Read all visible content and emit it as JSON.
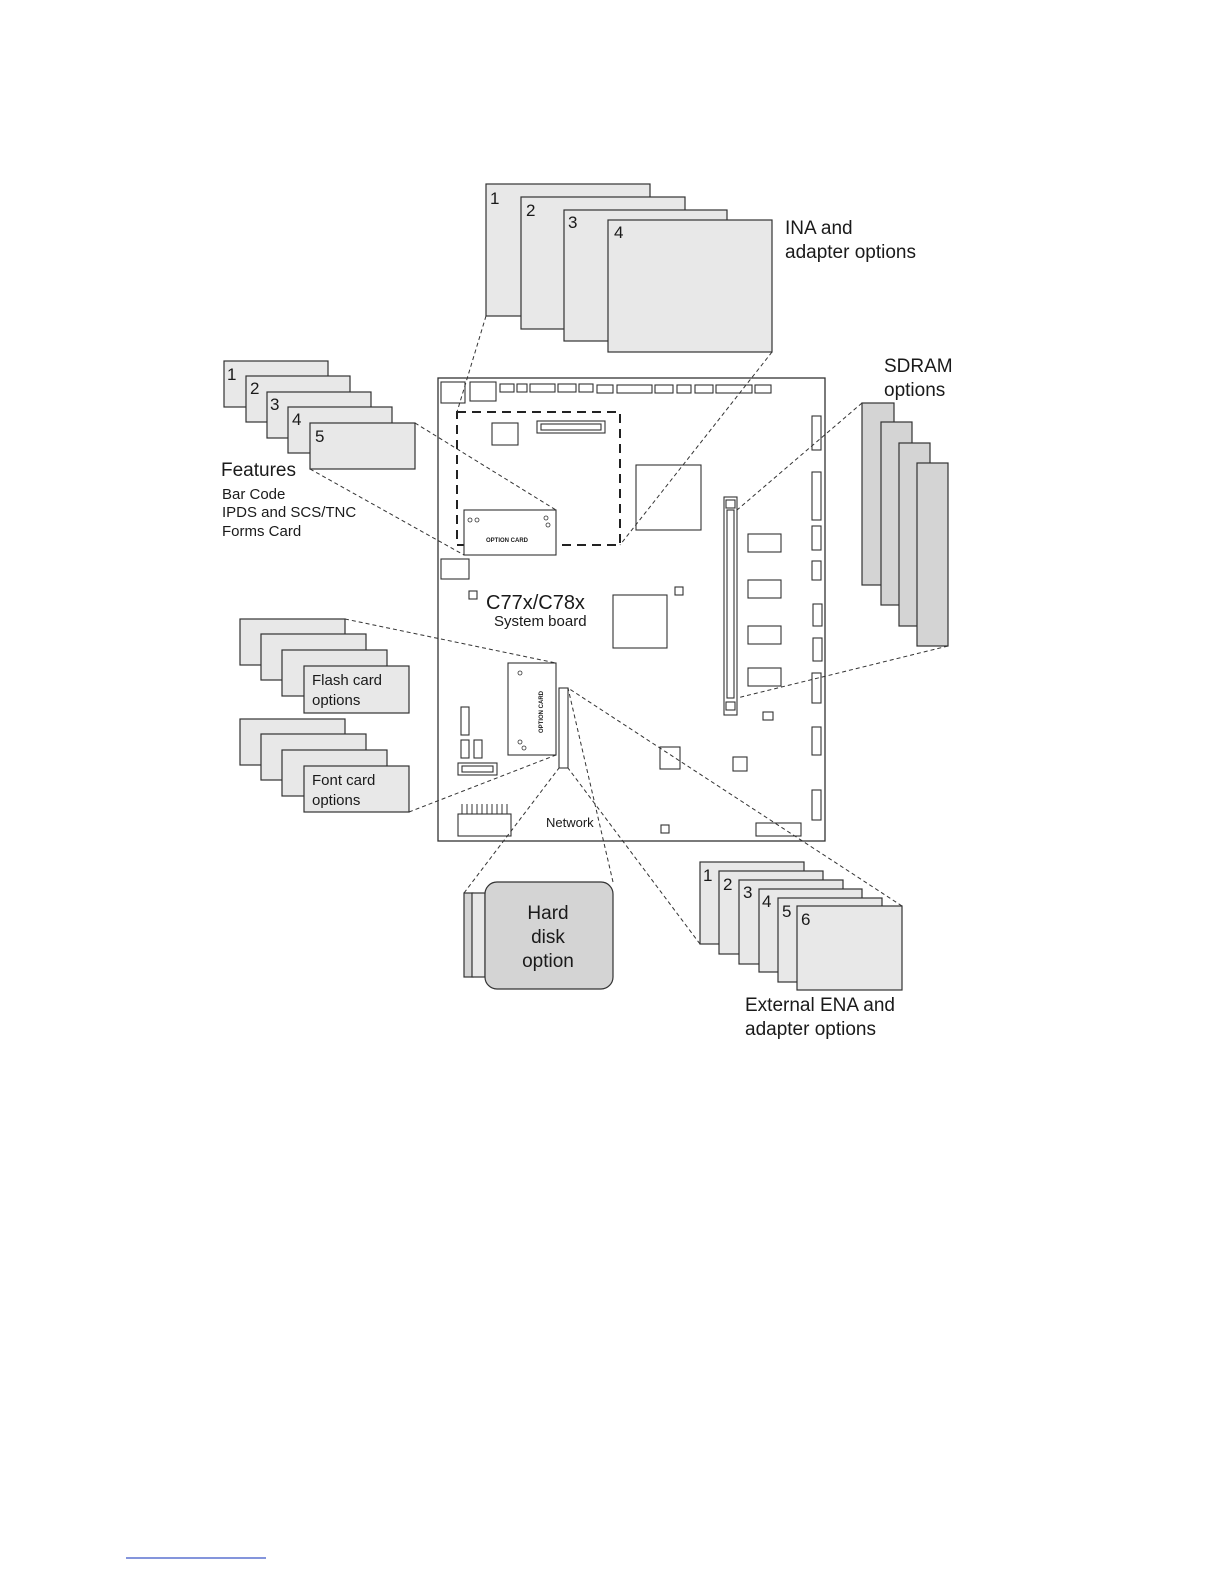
{
  "ina": {
    "numbers": [
      "1",
      "2",
      "3",
      "4"
    ],
    "label_line1": "INA and",
    "label_line2": "adapter options"
  },
  "sdram": {
    "label_line1": "SDRAM",
    "label_line2": "options"
  },
  "features": {
    "numbers": [
      "1",
      "2",
      "3",
      "4",
      "5"
    ],
    "title": "Features",
    "items": [
      "Bar Code",
      "IPDS and SCS/TNC",
      "Forms Card"
    ]
  },
  "board": {
    "title": "C77x/C78x",
    "subtitle": "System board",
    "option_card_label": "OPTION CARD",
    "network_label": "Network"
  },
  "flash": {
    "label_line1": "Flash card",
    "label_line2": "options"
  },
  "font": {
    "label_line1": "Font card",
    "label_line2": "options"
  },
  "hard_disk": {
    "line1": "Hard",
    "line2": "disk",
    "line3": "option"
  },
  "ena": {
    "numbers": [
      "1",
      "2",
      "3",
      "4",
      "5",
      "6"
    ],
    "label_line1": "External ENA and",
    "label_line2": "adapter options"
  },
  "colors": {
    "card_fill": "#e8e8e8",
    "dark_card_fill": "#d4d4d4",
    "outline": "#333333",
    "footer_rule": "#3a56c8"
  }
}
